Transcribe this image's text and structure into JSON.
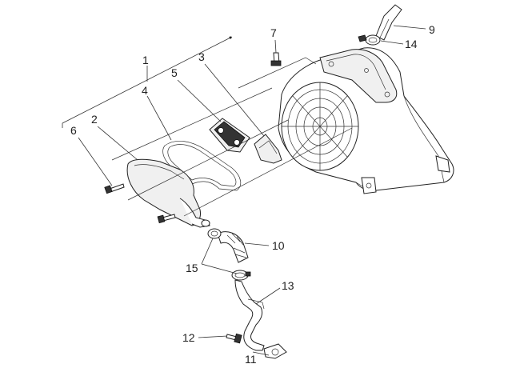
{
  "callouts": {
    "c1": "1",
    "c2": "2",
    "c3": "3",
    "c4": "4",
    "c5": "5",
    "c6": "6",
    "c7": "7",
    "c9": "9",
    "c10": "10",
    "c11": "11",
    "c12": "12",
    "c13": "13",
    "c14": "14",
    "c15": "15"
  },
  "colors": {
    "line": "#222222",
    "fill": "#f0f0f0",
    "background": "#ffffff"
  }
}
